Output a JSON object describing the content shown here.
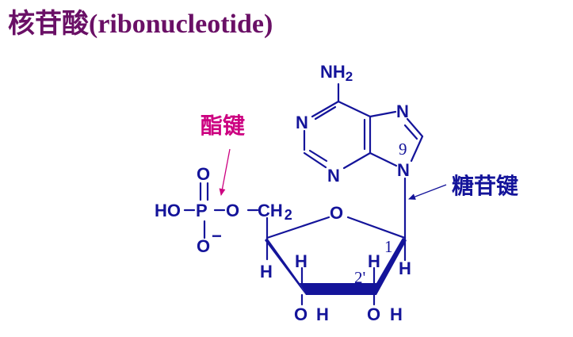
{
  "title": "核苷酸(ribonucleotide)",
  "labels": {
    "ester_bond": "酯键",
    "glycosidic_bond": "糖苷键"
  },
  "atoms": {
    "nh2_n": "NH",
    "nh2_sub": "2",
    "n1": "N",
    "n3": "N",
    "n7": "N",
    "n9": "N",
    "n9_number": "9",
    "ho": "HO",
    "p": "P",
    "o_top": "O",
    "o_bridge": "O",
    "o_bottom": "O",
    "o_minus": "−",
    "ch2_c": "CH",
    "ch2_sub": "2",
    "ring_o": "O",
    "c1_number": "1",
    "c2_number": "2'",
    "h_c1": "H",
    "h_c2": "H",
    "h_c3": "H",
    "h_c4": "H",
    "oh3_o": "O",
    "oh3_h": "H",
    "oh2_o": "O",
    "oh2_h": "H"
  },
  "colors": {
    "title": "#6a1066",
    "structure": "#14149a",
    "ester_label": "#cc0080",
    "glycosidic_label": "#14149a"
  }
}
